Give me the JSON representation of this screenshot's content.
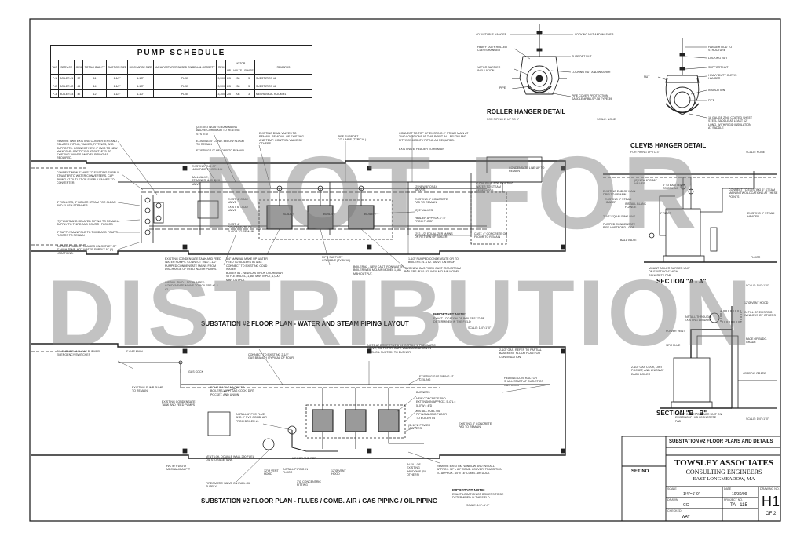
{
  "pump_schedule": {
    "title": "PUMP SCHEDULE",
    "headers": {
      "tag": "TAG",
      "service": "SERVICE",
      "gpm": "GPM",
      "head": "TOTAL HEAD FT",
      "suction": "SUCTION SIZE",
      "discharge": "DISCHARGE SIZE",
      "manufacturer": "MANUFACTURER BASED ON BELL & GOSSETT",
      "rpm": "RPM",
      "motor": "MOTOR",
      "hp": "HP",
      "volts": "VOLTS",
      "phase": "PHASE",
      "remarks": "REMARKS"
    },
    "rows": [
      {
        "tag": "P-1",
        "service": "BOILER #1",
        "gpm": "37",
        "head": "11",
        "suction": "1-1/2\"",
        "discharge": "1-1/2\"",
        "mfr": "PL-55",
        "rpm": "3,300",
        "hp": "2/5",
        "volts": "208",
        "phase": "3",
        "remarks": "SUBSTATION #2"
      },
      {
        "tag": "P-2",
        "service": "BOILER #2",
        "gpm": "45",
        "head": "14",
        "suction": "1-1/2\"",
        "discharge": "1-1/2\"",
        "mfr": "PL-55",
        "rpm": "3,300",
        "hp": "2/5",
        "volts": "208",
        "phase": "3",
        "remarks": "SUBSTATION #2"
      },
      {
        "tag": "P-3",
        "service": "BOILER #3",
        "gpm": "42",
        "head": "12",
        "suction": "1-1/2\"",
        "discharge": "1-1/2\"",
        "mfr": "PL-55",
        "rpm": "3,300",
        "hp": "2/5",
        "volts": "208",
        "phase": "3",
        "remarks": "MECHANICAL ROOM #1"
      }
    ]
  },
  "roller_hanger": {
    "title": "ROLLER HANGER DETAIL",
    "subtitle": "FOR PIPING 2\" UP TO 6\"",
    "scale": "SCALE: NONE",
    "callouts": [
      "ADJUSTABLE HANGER",
      "LOCKING NUT AND WASHER",
      "HEAVY DUTY ROLLER CLEVIS HANGER",
      "SUPPORT NUT",
      "VAPOR BARRIER INSULATION",
      "LOCKING NUT AND WASHER",
      "PIPE",
      "PIPE COVER PROTECTION SADDLE #RBB-SP-58 TYPE 39"
    ]
  },
  "clevis_hanger": {
    "title": "CLEVIS HANGER DETAIL",
    "subtitle": "FOR PIPING UP TO 3\"",
    "scale": "SCALE: NONE",
    "callouts": [
      "HANGER ROD TO STRUCTURE",
      "LOCKING NUT",
      "SUPPORT NUT",
      "HEAVY DUTY CLEVIS HANGER",
      "NUT",
      "INSULATION",
      "PIPE",
      "18 GAUGE ZINC COATED SHEET STEEL SADDLE AT LEAST 12\" LONG, WITH RIGID INSULATION AT SADDLE"
    ]
  },
  "plan_water": {
    "title": "SUBSTATION #2 FLOOR PLAN - WATER AND STEAM PIPING LAYOUT",
    "scale": "SCALE: 1/4\"=1'-0\"",
    "note_title": "IMPORTANT NOTE:",
    "note_text": "EXACT LOCATION OF BOILERS TO BE DETERMINED IN THE FIELD",
    "boilers": [
      "BOILER",
      "BOILER",
      "BOILER"
    ],
    "callouts": [
      "REMOVE TWO EXISTING CONVERTERS AND RELATED PIPING, VALVES, FITTINGS, AND SUPPORTS. CONNECT NEW 4\" HWS TO NEW MANIFOLD. CAP PIPING AT OUTLETS OF EXISTING VALVES. MODIFY PIPING AS REQUIRED.",
      "(2) EXISTING 6\" STEAM MAINS ABOVE CORRIDOR TO HEATING SYSTEM",
      "EXISTING 4\" COND. BELOW FLOOR TO REMAIN",
      "EXISTING 1/2\" HEADER TO REMAIN",
      "EXISTING DUAL VALVES TO REMAIN. REMOVAL OF EXISTING AND TEMP. CONTROL VALVE BY OTHERS",
      "PIPE SUPPORT COLUMNS (TYPICAL)",
      "CONNECT TO TOP OF EXISTING 6\" STEAM MAIN AT TWO LOCATIONS AT THIS POINT. ALL BELOW AND FITTINGS MODIFY PIPING AS REQUIRED.",
      "EXISTING 6\" HEADER TO REMAIN",
      "CONDENSATE LINE UP TO REMAIN",
      "CONNECT NEW 4\" HWS TO EXISTING SUPPLY AT WATER TO WATER CONVERTERS. CAP PIPING AT OUTLET OF SUPPLY VALVES TO CONVERTER.",
      "EXISTING END OF MAIN DRIP TO REMAIN",
      "BALL VALVE, STRAINER, & CHECK VALVE",
      "(2) NEW 6\" OS&Y VALVES",
      "6\" DIA. FLUE FOR EXISTING WATER TO STEAM GENERATOR",
      "EXIST. 4\" OS&Y VALVE",
      "EXIST. 6\" OS&Y VALVE",
      "EXIST. 4\" CONDENSATE ON FLOOR TO REMAIN",
      "EXISTING 4\" CONCRETE PAD TO REMAIN",
      "(2) 3\" VALVES",
      "HEADER APPROX. 7'-6\" FROM FLOOR",
      "(2) 2-1/2\" EQUALIZER MAINS ON RETURN OF BOILER",
      "CAST. 4\" CONCRETE ON FLOOR TO REMAIN",
      "4\" ROLLERS, 8\" BOILER STEAM FOR CLEAN AND FLUSH STRAINER",
      "(7) PUMPS AND RELATED PIPING TO REMAIN. SUPPLY TO THIRD AND FOURTH FLOORS",
      "3\" SUPPLY MANIFOLD TO THIRD AND FOURTH FLOORS TO REMAIN",
      "INSTALL 4\" BLANK FLANGES ON OUTLET OF 4\" HIGH TEMP. HOT WATER SUPPLY AT (2) LOCATIONS.",
      "EXISTING CONDENSATE TANK AND FEED WATER PUMPS. CONNECT TWO 1-1/2\" PUMPED CONDENSATE MAINS FROM DISCHARGE OF FEED WATER PUMPS.",
      "INSTALL TWO 1-1/2\" PUMPED CONDENSATE MAINS TO BOILERS #1 & #2.",
      "3/4\" MANUAL MAKE UP WATER FEED TO BOILERS #1 & #2. CONNECT TO EXISTING COLD WATER",
      "BOILER #1 - NEW CAST IRON LOCHINVAR STYLE MODEL, 1,360 MBH INPUT, 1,000 MBH OUTPUT.",
      "PIPE SUPPORT COLUMNS (TYPICAL)",
      "BOILER #2 - NEW CAST IRON WATER BOILER WEIL MCLAIN MODEL 1,161 MBH OUTPUT.",
      "TWO NEW GAS FIRED CAST IRON STEAM BOILERS (B1 & B2) WEIL MCLAIN MODEL.",
      "1-1/2\" PUMPED CONDENSATE OR TO BOILERS #1 & #2. VALVE ON DROP"
    ]
  },
  "plan_flues": {
    "title": "SUBSTATION #2 FLOOR PLAN - FLUES / COMB. AIR / GAS PIPING / OIL PIPING",
    "scale": "SCALE: 1/4\"=1'-0\"",
    "note_title": "IMPORTANT NOTE:",
    "note_text": "EXACT LOCATION OF BOILERS TO BE DETERMINED IN THE FIELD",
    "callouts": [
      "OIL BURNER AND GAS BURNER EMERGENCY SWITCHES",
      "3\" GAS MAIN",
      "CONNECT TO EXISTING 2-1/2\" GAS BRANCH (TYPICAL OF FOUR)",
      "NOTE AT BOILERS #2 & #4: INSTALL 1' PNEUMATIC VALVE, OIL FILTER, GATE VALVE AND UNION IN FUEL OIL SUCTION TO BURNER.",
      "EXISTING GAS PIPING AT CEILING",
      "GAS COCK",
      "EXISTING SUMP PUMP TO REMAIN",
      "FOUR 2-1/2\" GAS CKS TO BOILERS WITH GAS COCK, DIRT POCKET, AND UNION",
      "BURNERS",
      "NEW CONCRETE PAD EXTENSION APPROX. 5'-0\"L x 5'-0\"W x 4\"D",
      "EXISTING CONDENSATE TANK AND FEED PUMPS",
      "INSTALL 6\" PVC FLUE AND 6\" PVC COMB. AIR FROM BOILER #1",
      "INSTALL FUEL OIL PIPING ALONG FLOOR TO BOILER #4",
      "EXISTING 4\" CONCRETE PAD TO REMAIN",
      "(3) 12\"Ø POWER VENTERS",
      "VENTILOIL DOUBLE WALL 250 FUEL OIL STORAGE TANK",
      "H/C w/ 9\"Ø 3\"Ø MECHANICAL PIT",
      "FIREOMATIC VALVE ON FUEL OIL SUPPLY",
      "12\" FOR AND FOR",
      "INSTALL PIPING IN FLOOR",
      "12\"Ø VENT HOOD",
      "3\"Ø CONCENTRIC FITTING",
      "12\"Ø VENT HOOD",
      "REMOVE EXISTING WINDOW AND INSTALL APPROX. 32\" x 80\" COMB. LOUVER. TRANSITION TO APPROX. 44\" x 16\" COMB. AIR DUCT.",
      "IN FILL OF EXISTING WINDOWS (BY OTHERS)"
    ]
  },
  "section_a": {
    "title": "SECTION \"A - A\"",
    "scale": "SCALE: 1/4\"=1'-0\"",
    "callouts": [
      "(2) NEW 6\" OS&Y VALVES",
      "6\" STEAM TEE-O TO CEILING",
      "CONNECT TO EXISTING 6\" STEAM MAIN IN TWO LOCATIONS AT THESE POINTS",
      "EXISTING END OF MAIN DRIP TO REMAIN",
      "EXISTING 6\" STEAM HEADER",
      "INSTALL BLANK FLANGE",
      "2-1/2\" EQUALIZING LINE",
      "PUMPED CONDENSATE PIPE HARTFORD LOOP",
      "6\" RISER",
      "EXISTING 6\" STEAM HEADER",
      "BALL VALVE",
      "MOUNT BOILER BURNER UNIT ON EXISTING 4\" HIGH CONCRETE PAD",
      "FLOOR"
    ]
  },
  "section_b": {
    "title": "SECTION \"B - B\"",
    "scale": "SCALE: 1/4\"=1'-0\"",
    "callouts": [
      "INSTALL THROUGH EXISTING WINDOW",
      "12\"Ø VENT HOOD",
      "IN FILL OF EXISTING WINDOWS BY OTHERS",
      "POWER VENT",
      "12\"Ø FLUE",
      "FACE OF BLDG. GRADE",
      "2-1/2\" GAS COCK, DIRT POCKET, AND UNION AT EACH BOILER",
      "APPROX. GRADE",
      "MOUNT BOILER BURNER UNIT ON EXISTING 4\" HIGH CONCRETE PAD"
    ]
  },
  "misc_callouts": [
    "2-1/2\" GAS. REFER TO PARTIAL BASEMENT FLOOR PLAN FOR CONTINUATION",
    "HEATING CONTRACTOR SHALL START AT OUTLET OF GAS COCK"
  ],
  "title_block": {
    "sheet_title": "SUBSTATION #2 FLOOR PLANS AND DETAILS",
    "set_label": "SET NO.",
    "firm": "TOWSLEY ASSOCIATES",
    "firm_sub": "CONSULTING ENGINEERS",
    "firm_loc": "EAST LONGMEADOW, MA",
    "scale_label": "SCALE",
    "scale_value": "1/4\"=1'-0\"",
    "date_label": "DATE",
    "date_value": "10/30/09",
    "drawn_label": "DRAWN",
    "drawn_value": "CC",
    "project_label": "PROJECT NO.",
    "project_value": "TA - 115",
    "checked_label": "CHECKED",
    "checked_value": "WAT",
    "drawing_label": "DRAWING NO.",
    "drawing_value": "H1",
    "of_value": "OF 2"
  },
  "watermark": {
    "line1": "NOT FOR",
    "line2": "DISTRIBUTION"
  }
}
